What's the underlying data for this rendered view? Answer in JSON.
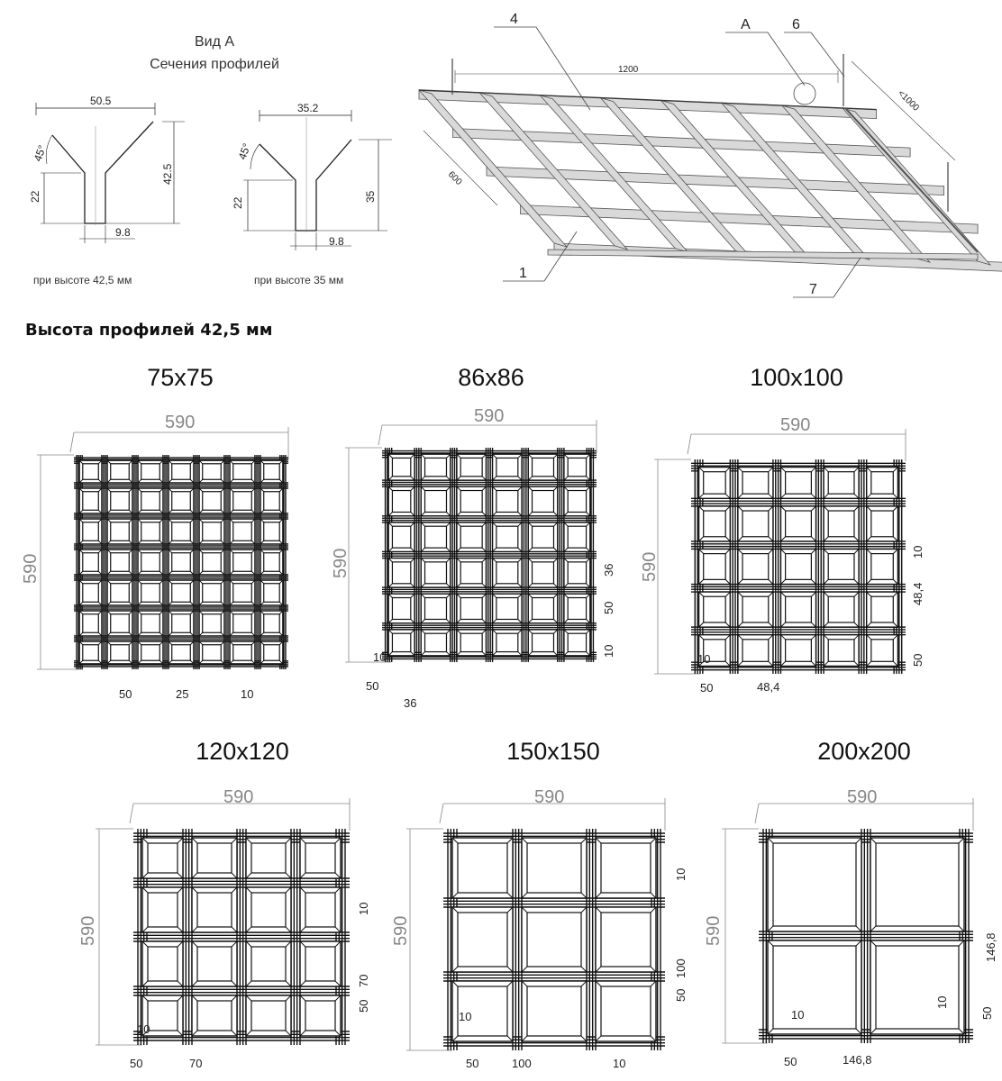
{
  "view": {
    "title": "Вид А",
    "subtitle": "Сечения профилей",
    "profile_a": {
      "top": "50.5",
      "angle": "45°",
      "left_h": "22",
      "height": "42.5",
      "bottom": "9.8",
      "caption": "при высоте 42,5 мм"
    },
    "profile_b": {
      "top": "35.2",
      "angle": "45°",
      "left_h": "22",
      "height": "35",
      "bottom": "9.8",
      "caption": "при высоте 35 мм"
    }
  },
  "assembly": {
    "dim_length": "1200",
    "dim_width": "600",
    "dim_hanger": "<1000",
    "callouts": [
      "4",
      "A",
      "6",
      "1",
      "7"
    ]
  },
  "section_title": "Высота профилей 42,5 мм",
  "grids": [
    {
      "title": "75x75",
      "size": "590",
      "dims": [
        "50",
        "25",
        "10"
      ]
    },
    {
      "title": "86x86",
      "size": "590",
      "dims": [
        "36",
        "50",
        "10",
        "10",
        "50",
        "36"
      ]
    },
    {
      "title": "100x100",
      "size": "590",
      "dims": [
        "10",
        "48,4",
        "50",
        "10",
        "50",
        "48,4"
      ]
    },
    {
      "title": "120x120",
      "size": "590",
      "dims": [
        "10",
        "50",
        "70",
        "10",
        "50",
        "70"
      ]
    },
    {
      "title": "150x150",
      "size": "590",
      "dims": [
        "10",
        "100",
        "50",
        "10",
        "50",
        "100",
        "10"
      ]
    },
    {
      "title": "200x200",
      "size": "590",
      "dims": [
        "146,8",
        "10",
        "50",
        "10",
        "50",
        "146,8"
      ]
    }
  ]
}
